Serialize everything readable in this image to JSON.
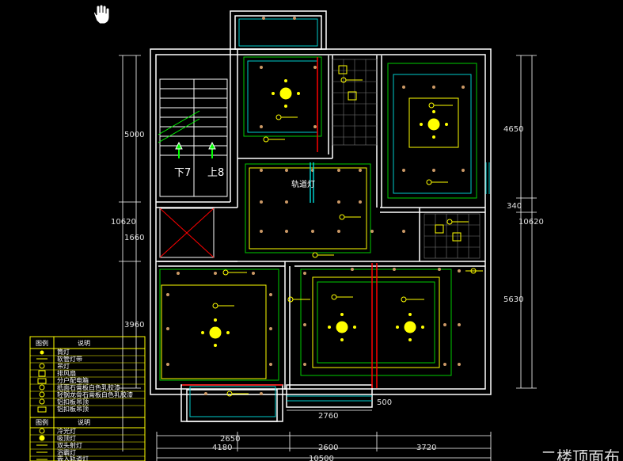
{
  "toolbar": {
    "cursor_icon": "hand-pan-icon"
  },
  "drawing": {
    "title": "二楼顶面布",
    "labels": {
      "track_light": "轨道灯",
      "stair_up1": "下7",
      "stair_up2": "上8"
    },
    "dims_left": [
      "5000",
      "10620",
      "1660",
      "3960"
    ],
    "dims_right": [
      "4650",
      "340",
      "10620",
      "5630"
    ],
    "dims_bottom": [
      "2760",
      "500",
      "2650",
      "4180",
      "2600",
      "3720",
      "10500"
    ]
  },
  "legend1": {
    "col_symbol": "图例",
    "col_desc": "说明",
    "rows": [
      "筒灯",
      "软管灯带",
      "吊灯",
      "排风扇",
      "分户配电箱",
      "纸面石膏板白色乳胶漆",
      "轻钢龙骨石膏板白色乳胶漆",
      "铝扣板吊顶",
      "铝扣板吊顶"
    ]
  },
  "legend2": {
    "col_symbol": "图例",
    "col_desc": "说明",
    "rows": [
      "冷光灯",
      "吸顶灯",
      "双头射灯",
      "浴霸灯",
      "嵌入轨道灯"
    ]
  }
}
